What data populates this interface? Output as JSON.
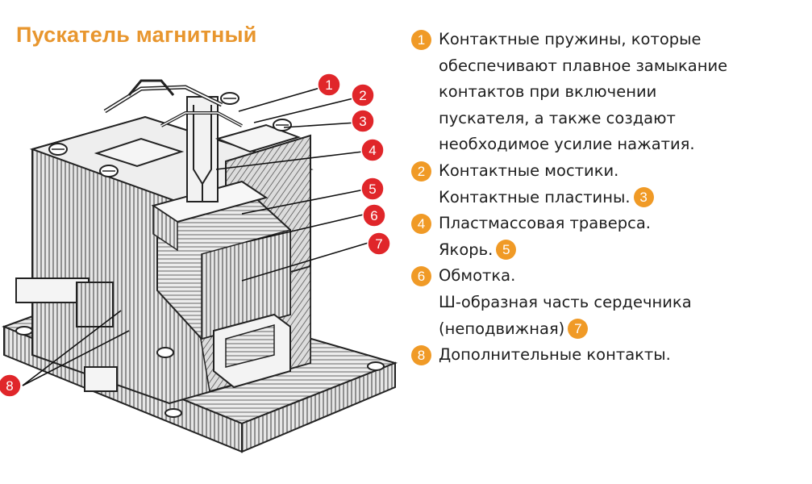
{
  "title": "Пускатель магнитный",
  "colors": {
    "title": "#e8962e",
    "badge": "#f09a26",
    "marker": "#e0262a",
    "text": "#1e1e1e"
  },
  "markers": [
    "1",
    "2",
    "3",
    "4",
    "5",
    "6",
    "7",
    "8"
  ],
  "legend": {
    "lines": [
      {
        "badge": "1",
        "text": "Контактные пружины, которые"
      },
      {
        "text": "обеспечивают плавное замыкание"
      },
      {
        "text": "контактов при включении"
      },
      {
        "text": "пускателя, а также создают"
      },
      {
        "text": "необходимое усилие нажатия."
      },
      {
        "badge": "2",
        "text": "Контактные мостики."
      },
      {
        "text": "Контактные пластины.",
        "trail": "3"
      },
      {
        "badge": "4",
        "text": "Пластмассовая траверса."
      },
      {
        "text": "Якорь.",
        "trail": "5"
      },
      {
        "badge": "6",
        "text": "Обмотка."
      },
      {
        "text": "Ш-образная часть сердечника"
      },
      {
        "text": "(неподвижная)",
        "trail": "7"
      },
      {
        "badge": "8",
        "text": "Дополнительные контакты."
      }
    ]
  }
}
